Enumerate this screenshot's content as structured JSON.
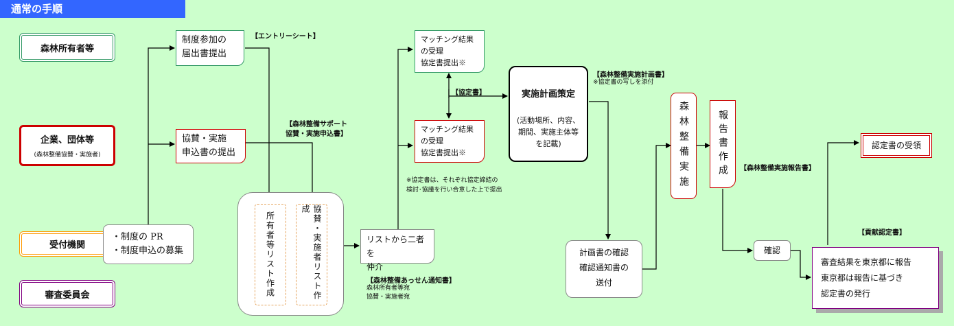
{
  "header": {
    "title": "通常の手順"
  },
  "actors": {
    "forest_owner": "森林所有者等",
    "company": "企業、団体等",
    "company_sub": "(森林整備協賛・実施者)",
    "reception": "受付機関",
    "committee": "審査委員会"
  },
  "steps": {
    "entry_submit": [
      "制度参加の",
      "届出書提出"
    ],
    "sponsor_submit": [
      "協賛・実施",
      "申込書の提出"
    ],
    "pr": [
      "・制度の PR",
      "・制度申込の募集"
    ],
    "owner_list": "所有者等リスト作成",
    "sponsor_list": "協賛・実施者リスト作成",
    "mediation": [
      "リストから二者を",
      "仲介"
    ],
    "matching_top": [
      "マッチング結果",
      "の受理",
      "協定書提出※"
    ],
    "matching_bottom": [
      "マッチング結果",
      "の受理",
      "協定書提出※"
    ],
    "plan_title": "実施計画策定",
    "plan_body": [
      "(活動場所、内容、",
      "期間、実施主体等",
      "を記載)"
    ],
    "plan_confirm": [
      "計画書の確認",
      "確認通知書の",
      "送付"
    ],
    "forest_work": "森林整備実施",
    "report": "報告書作成",
    "confirm": "確認",
    "review": [
      "審査結果を東京都に報告",
      "東京都は報告に基づき",
      "認定書の発行"
    ],
    "certificate": "認定書の受領"
  },
  "labels": {
    "entry_sheet": "【エントリーシート】",
    "support_app_1": "【森林整備サポート",
    "support_app_2": "協賛・実施申込書】",
    "agreement": "【協定書】",
    "plan_doc": "【森林整備実施計画書】",
    "plan_doc_note": "※協定書の写しを添付",
    "agreement_note_1": "※協定書は、それぞれ協定締結の",
    "agreement_note_2": "検討･協議を行い合意した上で提出",
    "mediation_notice": "【森林整備あっせん通知書】",
    "mediation_to_1": "森林所有者等宛",
    "mediation_to_2": "協賛・実施者宛",
    "report_doc": "【森林整備実施報告書】",
    "contribution_cert": "【貢献認定書】"
  },
  "colors": {
    "background": "#ccffcc",
    "title_bar": "#3366ff",
    "owner": "#339966",
    "company": "#cc0000",
    "reception": "#ff9900",
    "committee": "#800080"
  }
}
